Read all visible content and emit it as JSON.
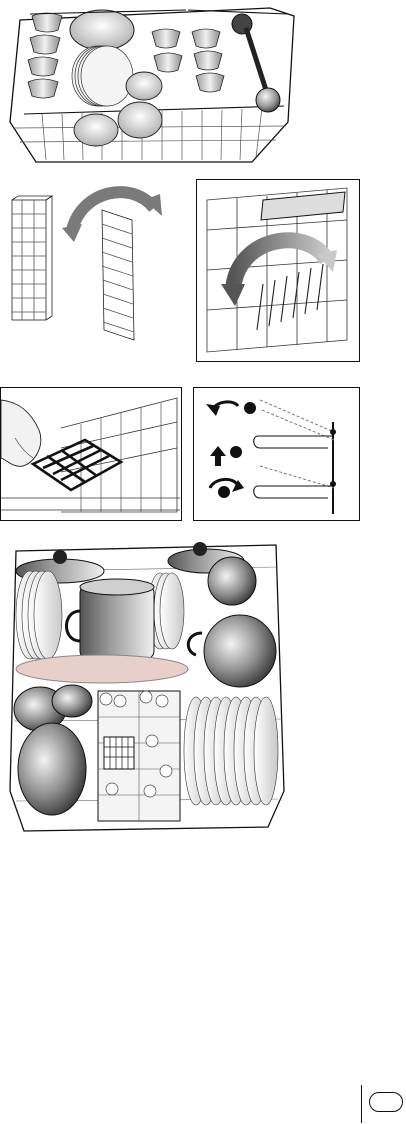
{
  "page": {
    "figures": [
      {
        "id": "upper-basket-loaded"
      },
      {
        "id": "cup-rack-fold-rotation"
      },
      {
        "id": "basket-rack-rotation-detail"
      },
      {
        "id": "hand-adjusting-insert"
      },
      {
        "id": "height-adjust-steps"
      },
      {
        "id": "lower-basket-loaded"
      }
    ],
    "badge": {
      "text": ""
    }
  },
  "colors": {
    "ink": "#111111",
    "gray": "#8a8a8a",
    "mid": "#b5b5b5",
    "light": "#e6e6e6",
    "pink": "#e9cfc9"
  }
}
